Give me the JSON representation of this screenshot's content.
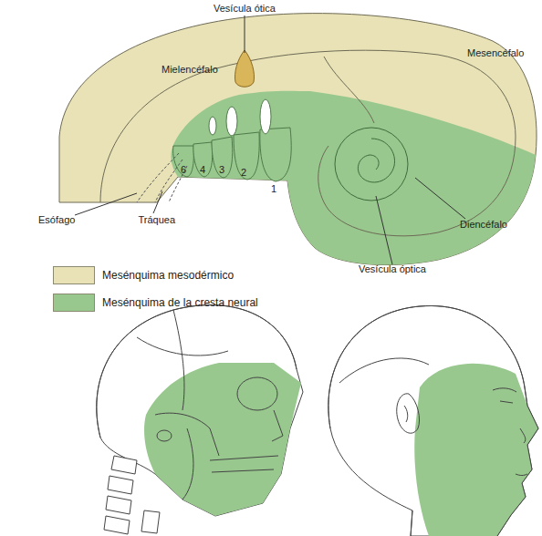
{
  "diagram": {
    "labels": [
      "Vesícula ótica",
      "Mielencéfalo",
      "Mesencéfalo",
      "6",
      "4",
      "3",
      "2",
      "1",
      "Esófago",
      "Tráquea",
      "Diencéfalo",
      "Vesícula óptica"
    ],
    "legend": [
      {
        "text": "Mesénquima mesodérmico",
        "color": "#e9e2b6"
      },
      {
        "text": "Mesénquima de la cresta neural",
        "color": "#98c88e"
      }
    ]
  }
}
